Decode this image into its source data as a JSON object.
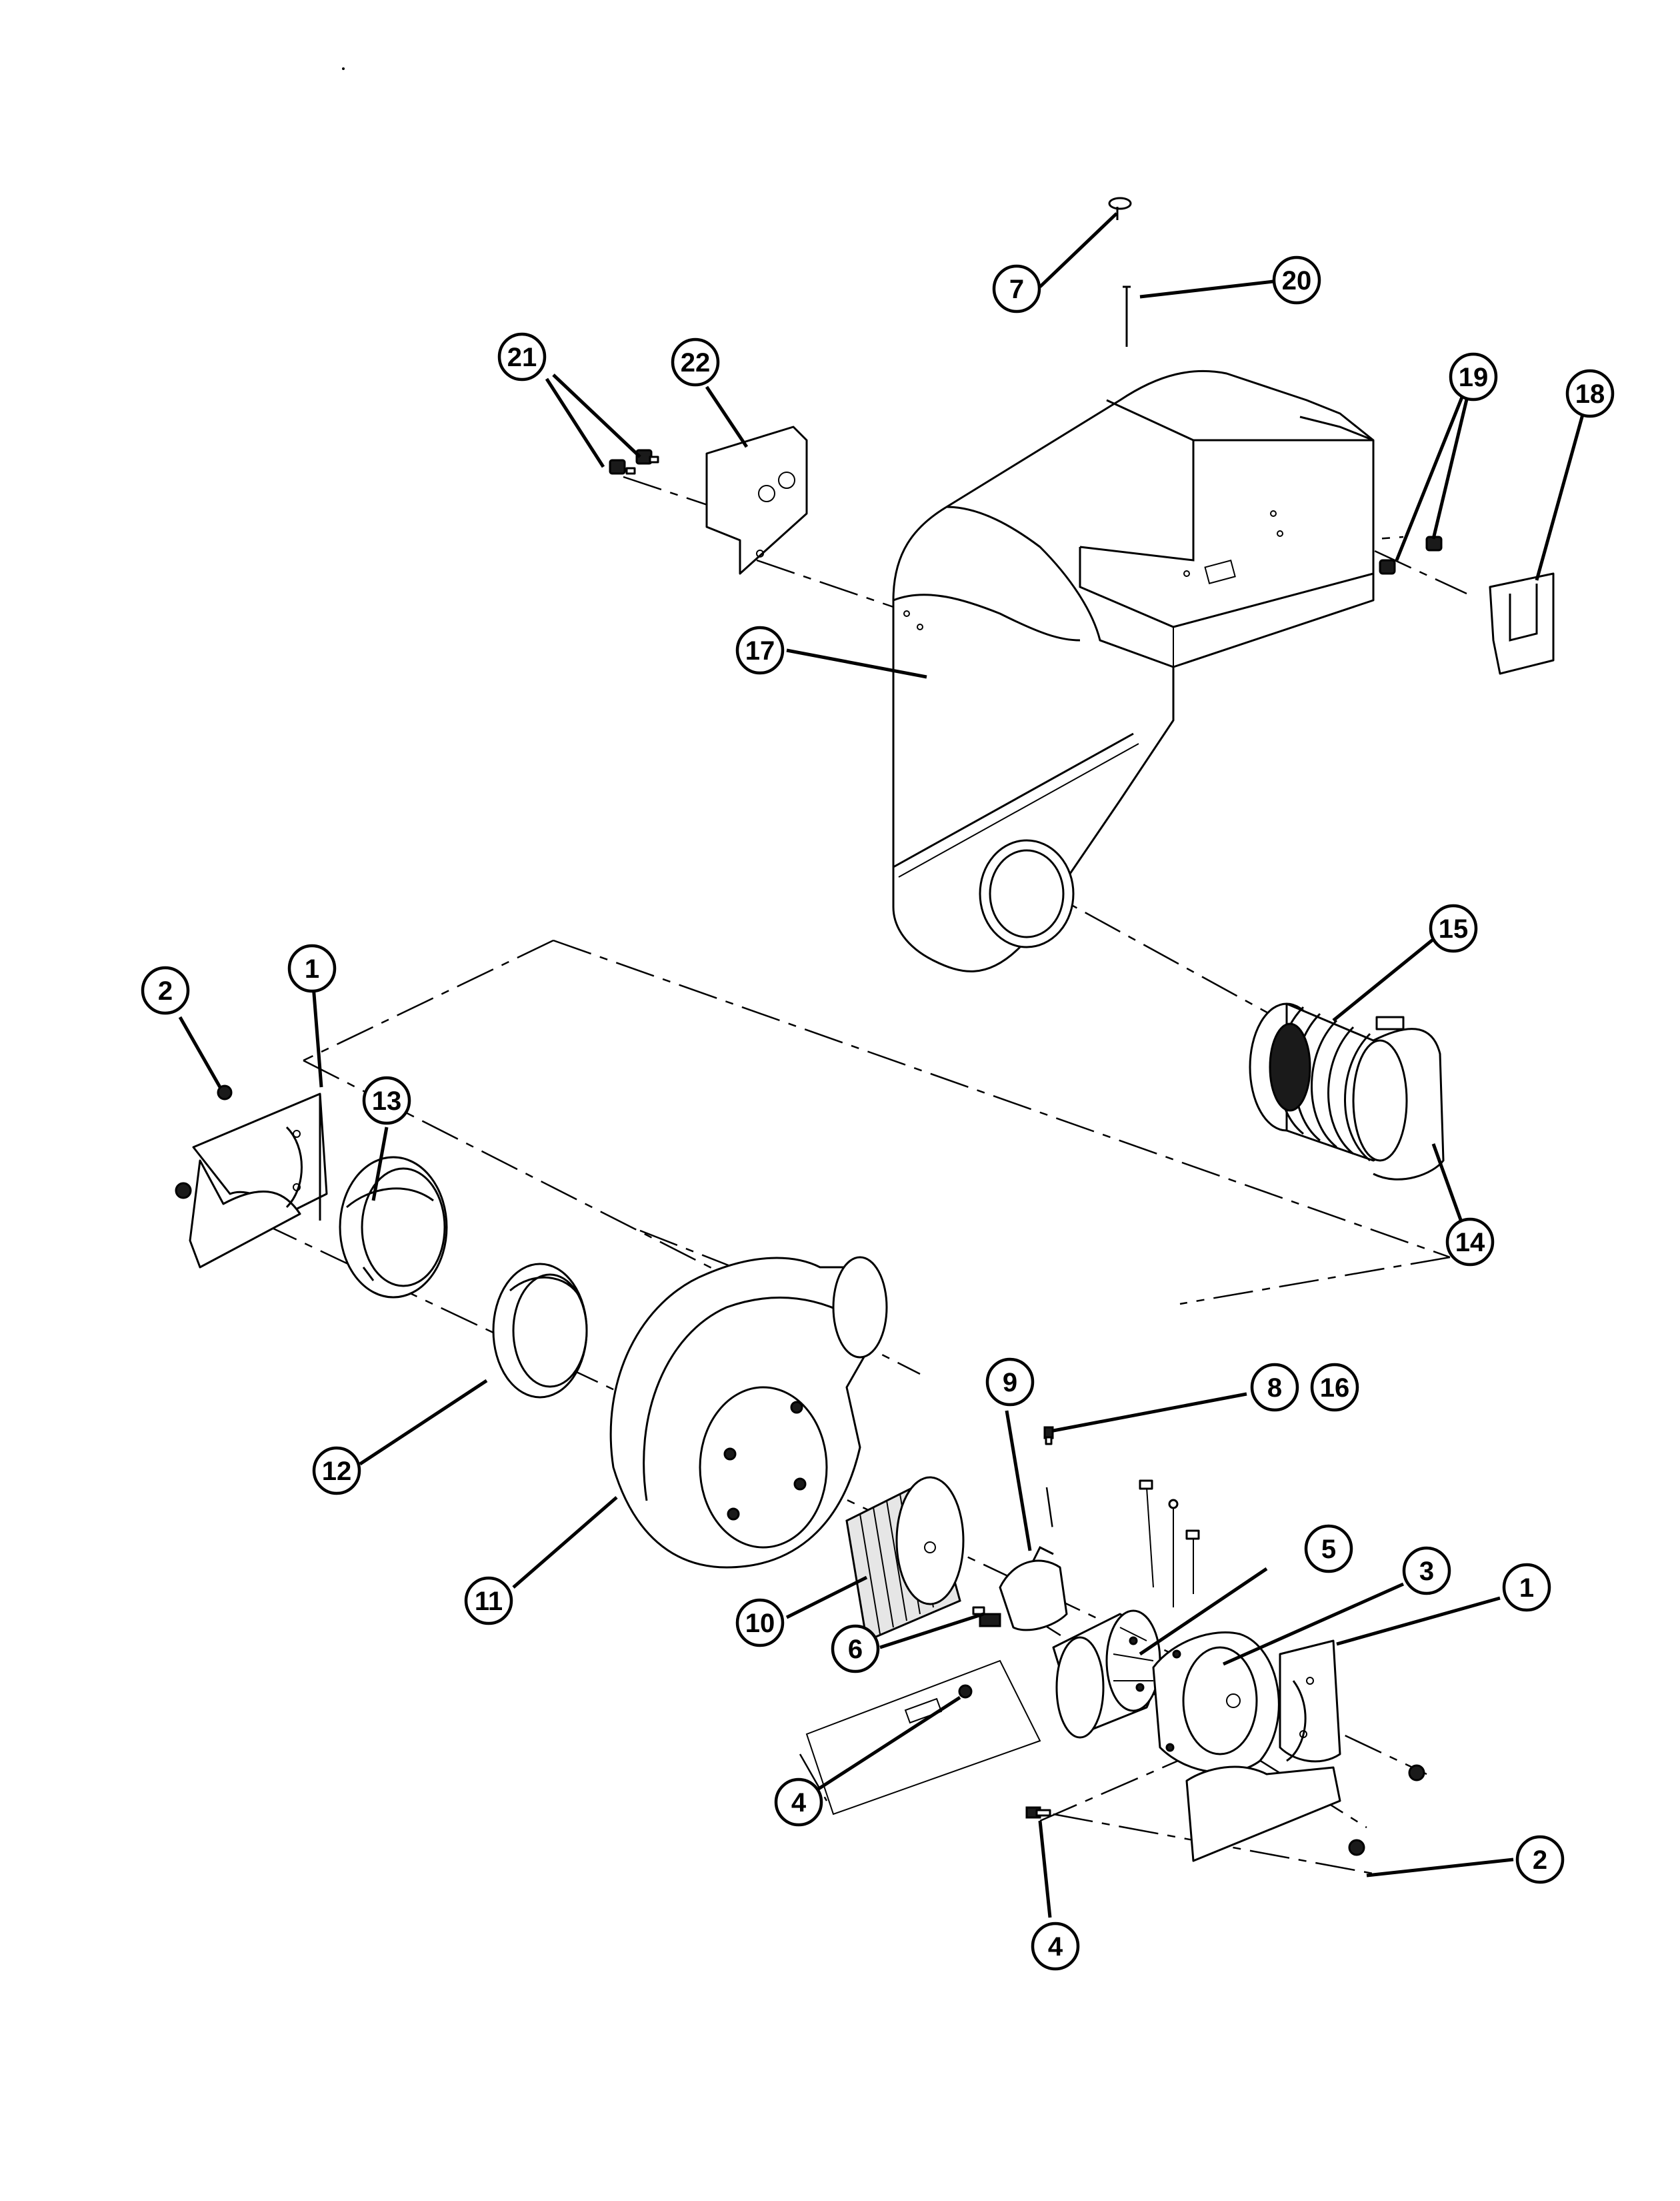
{
  "figure": {
    "callouts": [
      {
        "id": "c1-left",
        "label": "1"
      },
      {
        "id": "c1-right",
        "label": "1"
      },
      {
        "id": "c2-left",
        "label": "2"
      },
      {
        "id": "c2-right",
        "label": "2"
      },
      {
        "id": "c3",
        "label": "3"
      },
      {
        "id": "c4-a",
        "label": "4"
      },
      {
        "id": "c4-b",
        "label": "4"
      },
      {
        "id": "c5",
        "label": "5"
      },
      {
        "id": "c6",
        "label": "6"
      },
      {
        "id": "c7",
        "label": "7"
      },
      {
        "id": "c8",
        "label": "8"
      },
      {
        "id": "c9",
        "label": "9"
      },
      {
        "id": "c10",
        "label": "10"
      },
      {
        "id": "c11",
        "label": "11"
      },
      {
        "id": "c12",
        "label": "12"
      },
      {
        "id": "c13",
        "label": "13"
      },
      {
        "id": "c14",
        "label": "14"
      },
      {
        "id": "c15",
        "label": "15"
      },
      {
        "id": "c16",
        "label": "16"
      },
      {
        "id": "c17",
        "label": "17"
      },
      {
        "id": "c18",
        "label": "18"
      },
      {
        "id": "c19",
        "label": "19"
      },
      {
        "id": "c20",
        "label": "20"
      },
      {
        "id": "c21",
        "label": "21"
      },
      {
        "id": "c22",
        "label": "22"
      }
    ]
  }
}
